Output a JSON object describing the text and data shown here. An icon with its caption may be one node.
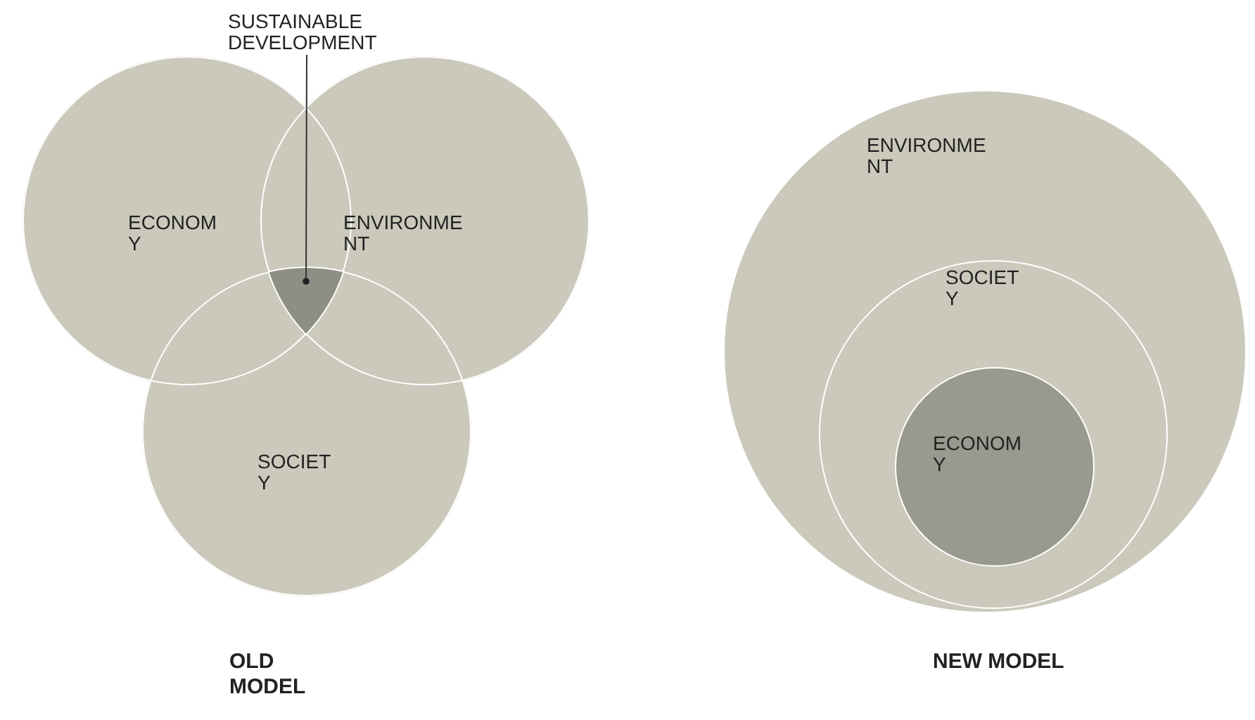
{
  "diagram": {
    "nodes": [
      {
        "text": [
          "ECONOMY"
        ]
      },
      {
        "text": [
          "ENVIRONMENT"
        ]
      },
      {
        "text": [
          "SOCIETY"
        ]
      },
      {
        "text": [
          "SUSTAINABLE DEVELOPMENT"
        ]
      },
      {
        "text": [],
        "shape": "triangle"
      },
      {
        "text": [
          "ENVIRONMENT"
        ]
      },
      {
        "text": [
          "SOCIETY"
        ],
        "in": 5
      },
      {
        "text": [
          "ECONOMY"
        ],
        "in": 6
      }
    ],
    "edges": [
      {
        "from": 3,
        "to": 4,
        "arrow": "other"
      }
    ],
    "labels": [
      "OLD MODEL",
      "NEW MODEL"
    ]
  }
}
